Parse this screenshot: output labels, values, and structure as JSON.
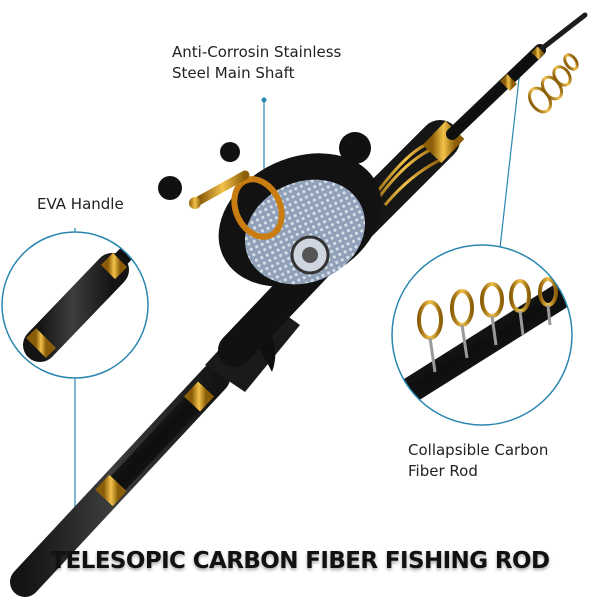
{
  "labels": {
    "shaft_line1": "Anti-Corrosin Stainless",
    "shaft_line2": "Steel Main Shaft",
    "handle": "EVA Handle",
    "rod_line1": "Collapsible Carbon",
    "rod_line2": "Fiber Rod"
  },
  "title": "TELESOPIC CARBON FIBER FISHING ROD",
  "colors": {
    "callout": "#2a86b0",
    "gold": "#d79a18",
    "carbon": "#1b1b1b",
    "foam": "#262626",
    "reel_mesh": "#9fb0c6"
  }
}
